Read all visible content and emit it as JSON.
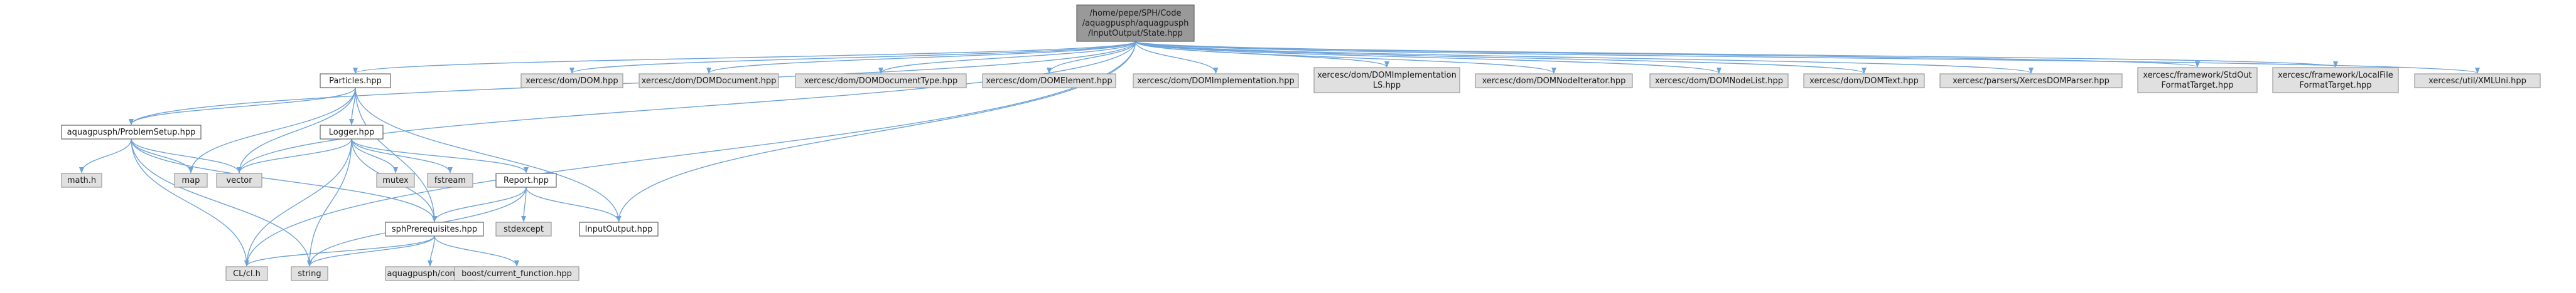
{
  "nodes": [
    {
      "id": "state",
      "lines": [
        "/home/pepe/SPH/Code",
        "/aquagpusph/aquagpusph",
        "/InputOutput/State.hpp"
      ],
      "kind": "root"
    },
    {
      "id": "particles",
      "lines": [
        "Particles.hpp"
      ],
      "kind": "doc"
    },
    {
      "id": "dom",
      "lines": [
        "xercesc/dom/DOM.hpp"
      ],
      "kind": "ext"
    },
    {
      "id": "domdocument",
      "lines": [
        "xercesc/dom/DOMDocument.hpp"
      ],
      "kind": "ext"
    },
    {
      "id": "domdocumenttype",
      "lines": [
        "xercesc/dom/DOMDocumentType.hpp"
      ],
      "kind": "ext"
    },
    {
      "id": "domelement",
      "lines": [
        "xercesc/dom/DOMElement.hpp"
      ],
      "kind": "ext"
    },
    {
      "id": "domimpl",
      "lines": [
        "xercesc/dom/DOMImplementation.hpp"
      ],
      "kind": "ext"
    },
    {
      "id": "domimplls",
      "lines": [
        "xercesc/dom/DOMImplementation",
        "LS.hpp"
      ],
      "kind": "ext"
    },
    {
      "id": "domnodeiter",
      "lines": [
        "xercesc/dom/DOMNodeIterator.hpp"
      ],
      "kind": "ext"
    },
    {
      "id": "domnodelist",
      "lines": [
        "xercesc/dom/DOMNodeList.hpp"
      ],
      "kind": "ext"
    },
    {
      "id": "domtext",
      "lines": [
        "xercesc/dom/DOMText.hpp"
      ],
      "kind": "ext"
    },
    {
      "id": "xercesparser",
      "lines": [
        "xercesc/parsers/XercesDOMParser.hpp"
      ],
      "kind": "ext"
    },
    {
      "id": "stdoutfmt",
      "lines": [
        "xercesc/framework/StdOut",
        "FormatTarget.hpp"
      ],
      "kind": "ext"
    },
    {
      "id": "localfilefmt",
      "lines": [
        "xercesc/framework/LocalFile",
        "FormatTarget.hpp"
      ],
      "kind": "ext"
    },
    {
      "id": "xmluni",
      "lines": [
        "xercesc/util/XMLUni.hpp"
      ],
      "kind": "ext"
    },
    {
      "id": "problemsetup",
      "lines": [
        "aquagpusph/ProblemSetup.hpp"
      ],
      "kind": "doc"
    },
    {
      "id": "logger",
      "lines": [
        "Logger.hpp"
      ],
      "kind": "doc"
    },
    {
      "id": "mathh",
      "lines": [
        "math.h"
      ],
      "kind": "ext"
    },
    {
      "id": "map",
      "lines": [
        "map"
      ],
      "kind": "ext"
    },
    {
      "id": "vector",
      "lines": [
        "vector"
      ],
      "kind": "ext"
    },
    {
      "id": "mutex",
      "lines": [
        "mutex"
      ],
      "kind": "ext"
    },
    {
      "id": "fstream",
      "lines": [
        "fstream"
      ],
      "kind": "ext"
    },
    {
      "id": "report",
      "lines": [
        "Report.hpp"
      ],
      "kind": "doc"
    },
    {
      "id": "stdexcept",
      "lines": [
        "stdexcept"
      ],
      "kind": "ext"
    },
    {
      "id": "inputoutput",
      "lines": [
        "InputOutput.hpp"
      ],
      "kind": "doc"
    },
    {
      "id": "sphprereq",
      "lines": [
        "sphPrerequisites.hpp"
      ],
      "kind": "doc"
    },
    {
      "id": "clcl",
      "lines": [
        "CL/cl.h"
      ],
      "kind": "ext"
    },
    {
      "id": "string",
      "lines": [
        "string"
      ],
      "kind": "ext"
    },
    {
      "id": "config",
      "lines": [
        "aquagpusph/config.h"
      ],
      "kind": "ext"
    },
    {
      "id": "boostfn",
      "lines": [
        "boost/current_function.hpp"
      ],
      "kind": "ext"
    }
  ],
  "edges": [
    [
      "state",
      "particles"
    ],
    [
      "state",
      "dom"
    ],
    [
      "state",
      "domdocument"
    ],
    [
      "state",
      "domdocumenttype"
    ],
    [
      "state",
      "domelement"
    ],
    [
      "state",
      "domimpl"
    ],
    [
      "state",
      "domimplls"
    ],
    [
      "state",
      "domnodeiter"
    ],
    [
      "state",
      "domnodelist"
    ],
    [
      "state",
      "domtext"
    ],
    [
      "state",
      "xercesparser"
    ],
    [
      "state",
      "stdoutfmt"
    ],
    [
      "state",
      "localfilefmt"
    ],
    [
      "state",
      "xmluni"
    ],
    [
      "state",
      "problemsetup"
    ],
    [
      "state",
      "vector"
    ],
    [
      "state",
      "inputoutput"
    ],
    [
      "state",
      "clcl"
    ],
    [
      "particles",
      "problemsetup"
    ],
    [
      "particles",
      "logger"
    ],
    [
      "particles",
      "map"
    ],
    [
      "particles",
      "vector"
    ],
    [
      "particles",
      "sphprereq"
    ],
    [
      "particles",
      "inputoutput"
    ],
    [
      "problemsetup",
      "mathh"
    ],
    [
      "problemsetup",
      "map"
    ],
    [
      "problemsetup",
      "vector"
    ],
    [
      "problemsetup",
      "sphprereq"
    ],
    [
      "problemsetup",
      "clcl"
    ],
    [
      "problemsetup",
      "string"
    ],
    [
      "logger",
      "vector"
    ],
    [
      "logger",
      "mutex"
    ],
    [
      "logger",
      "fstream"
    ],
    [
      "logger",
      "report"
    ],
    [
      "logger",
      "sphprereq"
    ],
    [
      "logger",
      "clcl"
    ],
    [
      "logger",
      "string"
    ],
    [
      "report",
      "stdexcept"
    ],
    [
      "report",
      "inputoutput"
    ],
    [
      "report",
      "sphprereq"
    ],
    [
      "report",
      "string"
    ],
    [
      "sphprereq",
      "clcl"
    ],
    [
      "sphprereq",
      "string"
    ],
    [
      "sphprereq",
      "config"
    ],
    [
      "sphprereq",
      "boostfn"
    ]
  ],
  "colors": {
    "root_fill": "#999999",
    "root_stroke": "#666666",
    "doc_fill": "#ffffff",
    "doc_stroke": "#666666",
    "ext_fill": "#e0e0e0",
    "ext_stroke": "#999999",
    "edge": "#6ea3d8"
  }
}
